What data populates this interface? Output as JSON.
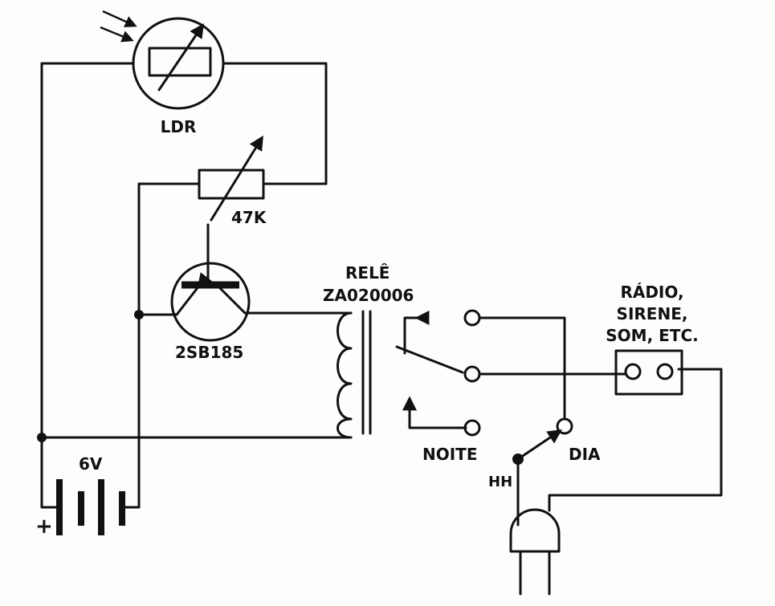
{
  "labels": {
    "ldr": "LDR",
    "pot": "47K",
    "transistor": "2SB185",
    "relay_title": "RELÊ",
    "relay_model": "ZA020006",
    "battery": "6V",
    "plus": "+",
    "night": "NOITE",
    "day": "DIA",
    "switch": "HH",
    "load_line1": "RÁDIO,",
    "load_line2": "SIRENE,",
    "load_line3": "SOM, ETC."
  },
  "colors": {
    "ink": "#111111",
    "paper": "#fdfdfb"
  }
}
